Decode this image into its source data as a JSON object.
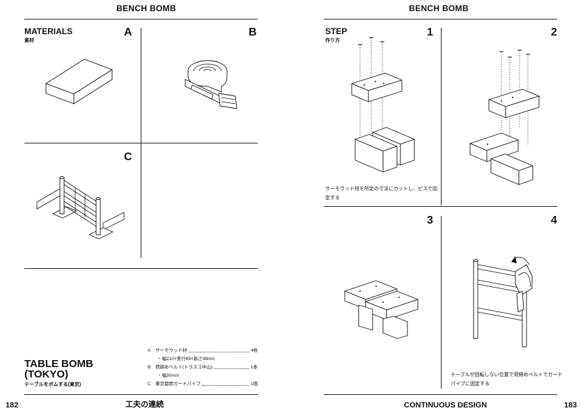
{
  "left_page": {
    "running_head": "BENCH BOMB",
    "materials_title": "MATERIALS",
    "materials_subtitle": "素材",
    "panel_a": "A",
    "panel_b": "B",
    "panel_c": "C",
    "table_title_line1": "TABLE BOMB",
    "table_title_line2": "(TOKYO)",
    "table_subtitle": "テーブルをボムする(東京)",
    "materials": [
      {
        "key": "A",
        "name": "サーモウッド材",
        "qty": "4枚",
        "note": "・幅210×奥行69×高さ38mm"
      },
      {
        "key": "B",
        "name": "荷締めベルト(トラスコ中山)",
        "qty": "1本",
        "note": "・幅30mm"
      },
      {
        "key": "C",
        "name": "東京都用ガードパイプ",
        "qty": "1個",
        "note": ""
      }
    ],
    "folio": "182",
    "footer_title": "工夫の連続"
  },
  "right_page": {
    "running_head": "BENCH BOMB",
    "step_title": "STEP",
    "step_subtitle": "作り方",
    "step_numbers": [
      "1",
      "2",
      "3",
      "4"
    ],
    "caption_step1_line1": "サーモウッド材を所定の寸法にカットし、ビスで固",
    "caption_step1_line2": "定する",
    "caption_step4_line1": "テーブルが回転しない位置で荷締めベルトでガード",
    "caption_step4_line2": "パイプに固定する",
    "folio": "183",
    "footer_title": "CONTINUOUS DESIGN"
  }
}
